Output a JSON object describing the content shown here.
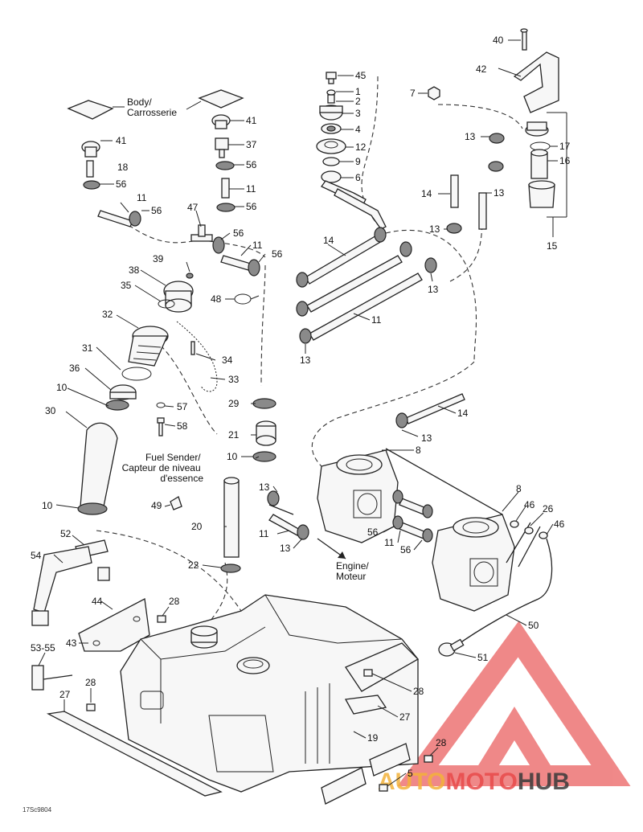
{
  "doc_code": "17Sc9804",
  "notes": {
    "body": "Body/\nCarrosserie",
    "fuel_sender": "Fuel Sender/\nCapteur de niveau\nd'essence",
    "engine": "Engine/\nMoteur"
  },
  "watermark": {
    "auto": "AUTO",
    "moto": "MOTO",
    "hub": "HUB",
    "color_light": "#f3b23a",
    "color_red": "#e84a4a",
    "color_dark": "#3a3a3a"
  },
  "callouts": {
    "c40": "40",
    "c42": "42",
    "c7": "7",
    "c45": "45",
    "c1": "1",
    "c2": "2",
    "c3": "3",
    "c4": "4",
    "c12": "12",
    "c9": "9",
    "c6": "6",
    "c13a": "13",
    "c17": "17",
    "c16": "16",
    "c14a": "14",
    "c13b": "13",
    "c13c": "13",
    "c15": "15",
    "c41a": "41",
    "c41b": "41",
    "c37": "37",
    "c18": "18",
    "c56a": "56",
    "c56b": "56",
    "c11a": "11",
    "c11b": "11",
    "c56c": "56",
    "c47": "47",
    "c56d": "56",
    "c11c": "11",
    "c56e": "56",
    "c14b": "14",
    "c13d": "13",
    "c39": "39",
    "c38": "38",
    "c35": "35",
    "c48": "48",
    "c11d": "11",
    "c13e": "13",
    "c32": "32",
    "c34": "34",
    "c31": "31",
    "c33": "33",
    "c36": "36",
    "c10a": "10",
    "c57": "57",
    "c29": "29",
    "c14c": "14",
    "c30": "30",
    "c58": "58",
    "c21": "21",
    "c13f": "13",
    "c10b": "10",
    "c8a": "8",
    "c13g": "13",
    "c49": "49",
    "c8b": "8",
    "c46a": "46",
    "c26": "26",
    "c10c": "10",
    "c20": "20",
    "c11e": "11",
    "c56f": "56",
    "c11f": "11",
    "c56g": "56",
    "c46b": "46",
    "c52": "52",
    "c13h": "13",
    "c54": "54",
    "c22": "22",
    "c44": "44",
    "c28a": "28",
    "c50": "50",
    "c43": "43",
    "c51": "51",
    "c5355": "53-55",
    "c28b": "28",
    "c28c": "28",
    "c27a": "27",
    "c27b": "27",
    "c19": "19",
    "c28d": "28",
    "c5": "5"
  }
}
